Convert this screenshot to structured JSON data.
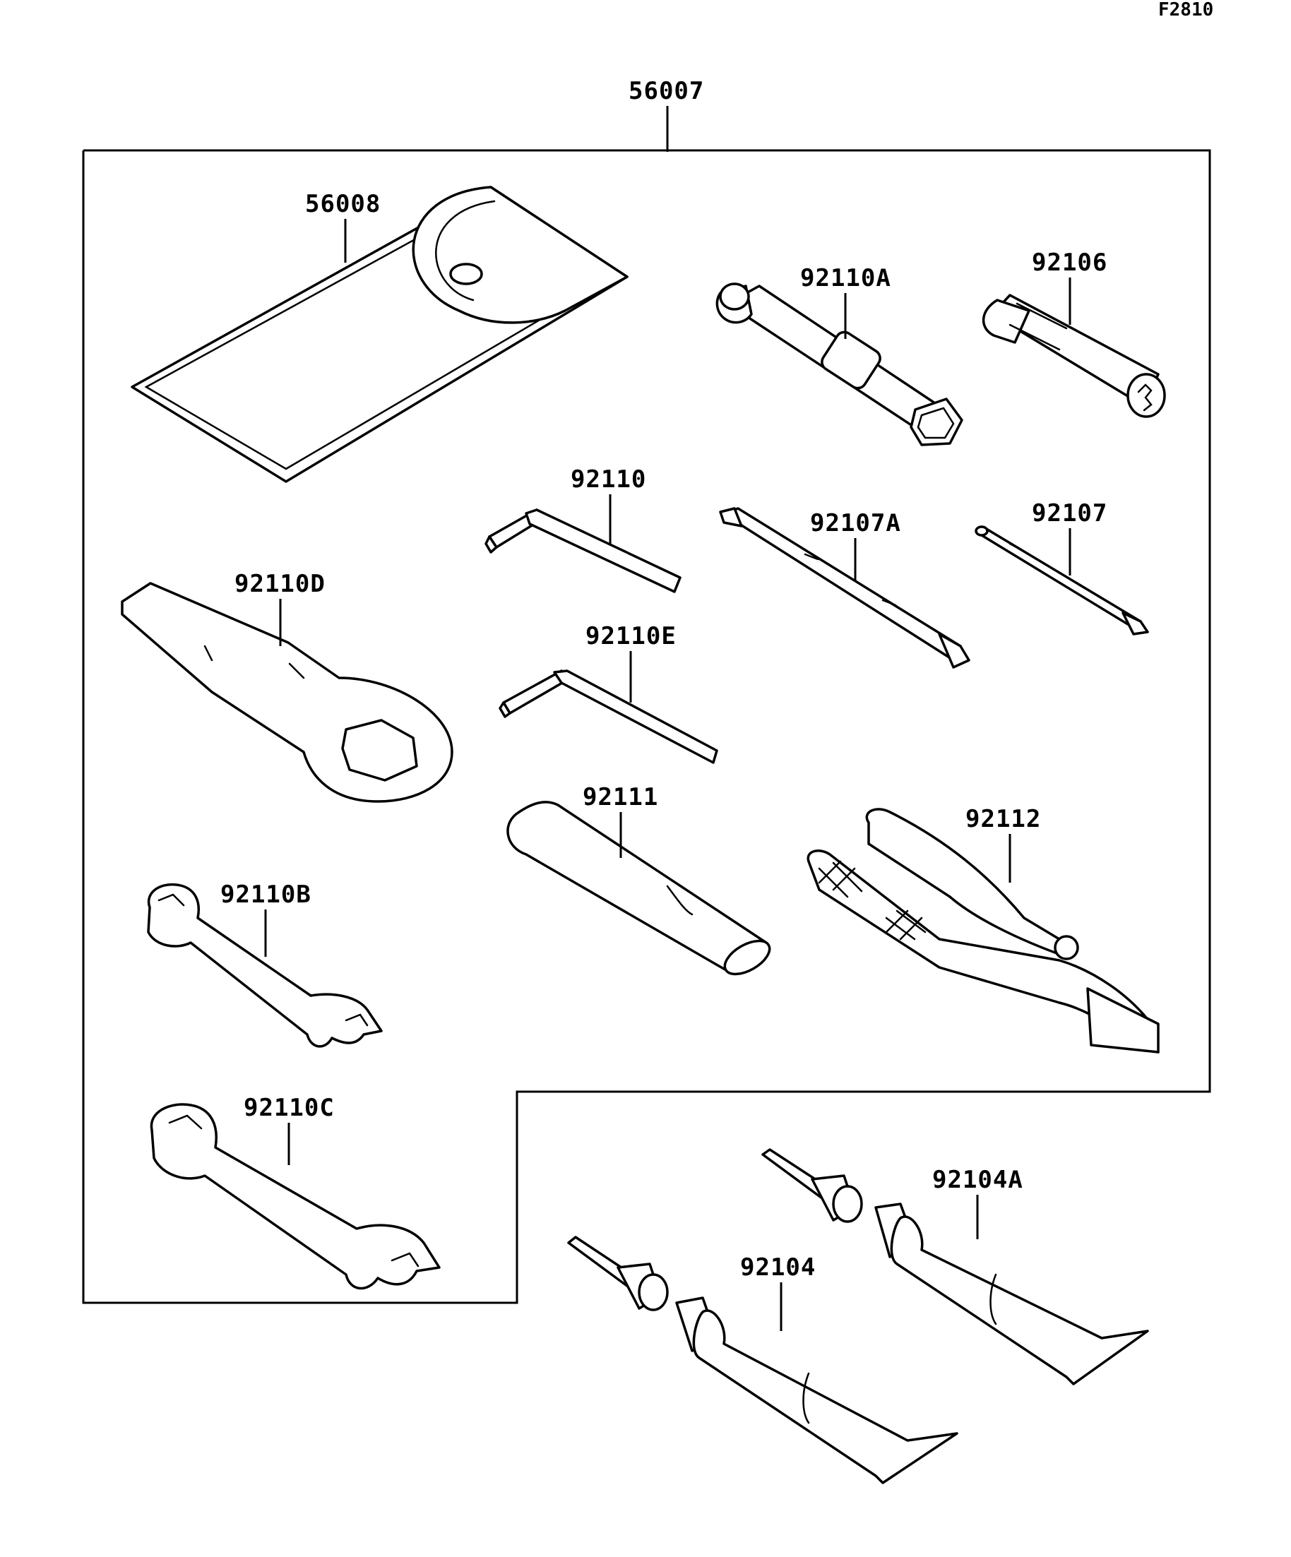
{
  "figure_id": "F2810",
  "parts": {
    "p56007": "56007",
    "p56008": "56008",
    "p92110A": "92110A",
    "p92106": "92106",
    "p92110": "92110",
    "p92107A": "92107A",
    "p92107": "92107",
    "p92110D": "92110D",
    "p92110E": "92110E",
    "p92111": "92111",
    "p92112": "92112",
    "p92110B": "92110B",
    "p92110C": "92110C",
    "p92104A": "92104A",
    "p92104": "92104"
  }
}
